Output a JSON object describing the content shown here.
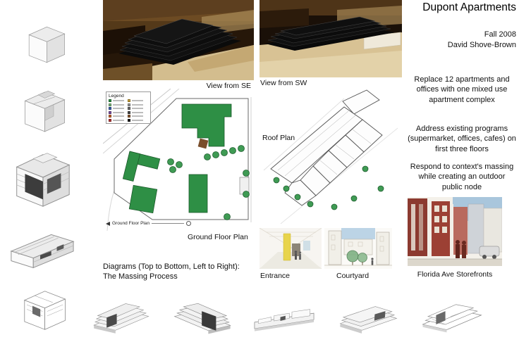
{
  "title": "Dupont Apartments",
  "meta": {
    "term": "Fall 2008",
    "author": "David Shove-Brown"
  },
  "brief": [
    "Replace 12 apartments and offices with one mixed use apartment complex",
    "Address existing programs (supermarket, offices, cafes) on first three floors",
    "Respond to context's massing while creating an outdoor public node"
  ],
  "photos": {
    "se": "View from SE",
    "sw": "View from SW"
  },
  "plans": {
    "roof": "Roof Plan",
    "ground": "Ground Floor Plan",
    "ground_annotation": "Ground Floor Plan",
    "legend_title": "Legend",
    "legend_colors_left": [
      "#2f8f45",
      "#7db87d",
      "#3b5ea8",
      "#7a4fa0",
      "#c2622f",
      "#b23434"
    ],
    "legend_colors_right": [
      "#c9a23a",
      "#9a9a9a",
      "#6b6b6b",
      "#4a4a4a",
      "#8a5a32",
      "#1a1a1a"
    ]
  },
  "sketches": {
    "entrance": "Entrance",
    "courtyard": "Courtyard",
    "storefronts": "Florida Ave Storefronts"
  },
  "captions": {
    "diagrams_line1": "Diagrams (Top to Bottom, Left to Right):",
    "diagrams_line2": "The Massing Process"
  },
  "colors": {
    "plan_building_green": "#2f8f45",
    "tree_green": "#3f9b54",
    "model_black": "#0b0b0b",
    "model_base_wood": "#d8c294",
    "storefront_red": "#8c3a30",
    "sky_blue": "#a9c6dc",
    "feature_yellow": "#e8d44c"
  }
}
